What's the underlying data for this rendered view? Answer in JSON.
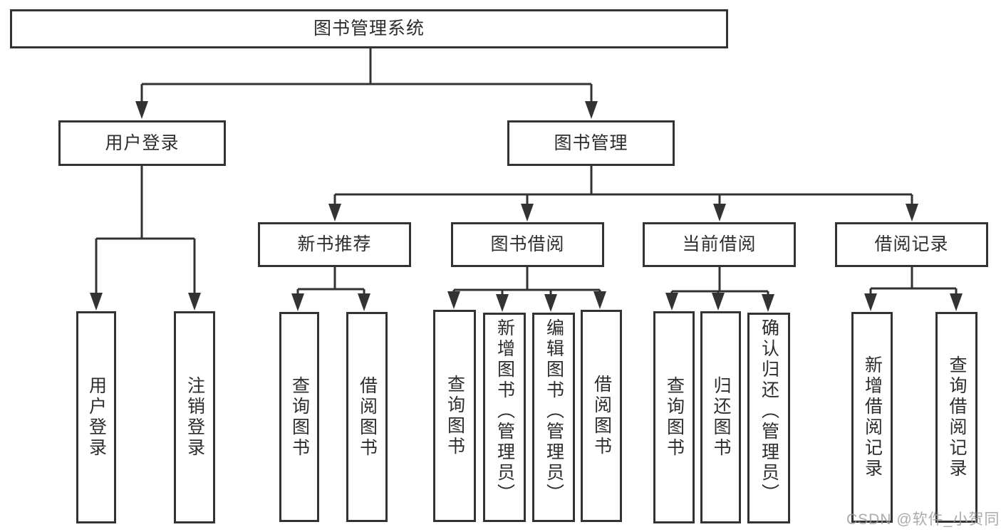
{
  "colors": {
    "line": "#333333",
    "box_border": "#333333",
    "text": "#2d2d2d",
    "watermark": "#9c9c9c",
    "background": "#ffffff"
  },
  "nodes": {
    "root": "图书管理系统",
    "user_login": "用户登录",
    "book_management": "图书管理",
    "new_book_recommend": "新书推荐",
    "book_borrow": "图书借阅",
    "current_borrow": "当前借阅",
    "borrow_records": "借阅记录",
    "login_user_login": "用户登录",
    "login_logout": "注销登录",
    "recommend_query_books": "查询图书",
    "recommend_borrow_books": "借阅图书",
    "borrow_query_books": "查询图书",
    "borrow_add_books": "新增图书（管理员）",
    "borrow_edit_books": "编辑图书（管理员）",
    "borrow_borrow_books": "借阅图书",
    "current_query_books": "查询图书",
    "current_return_books": "归还图书",
    "current_confirm_return": "确认归还（管理员）",
    "records_add_record": "新增借阅记录",
    "records_query_record": "查询借阅记录"
  },
  "watermark": {
    "text": "CSDN @软件_小贺同学"
  }
}
